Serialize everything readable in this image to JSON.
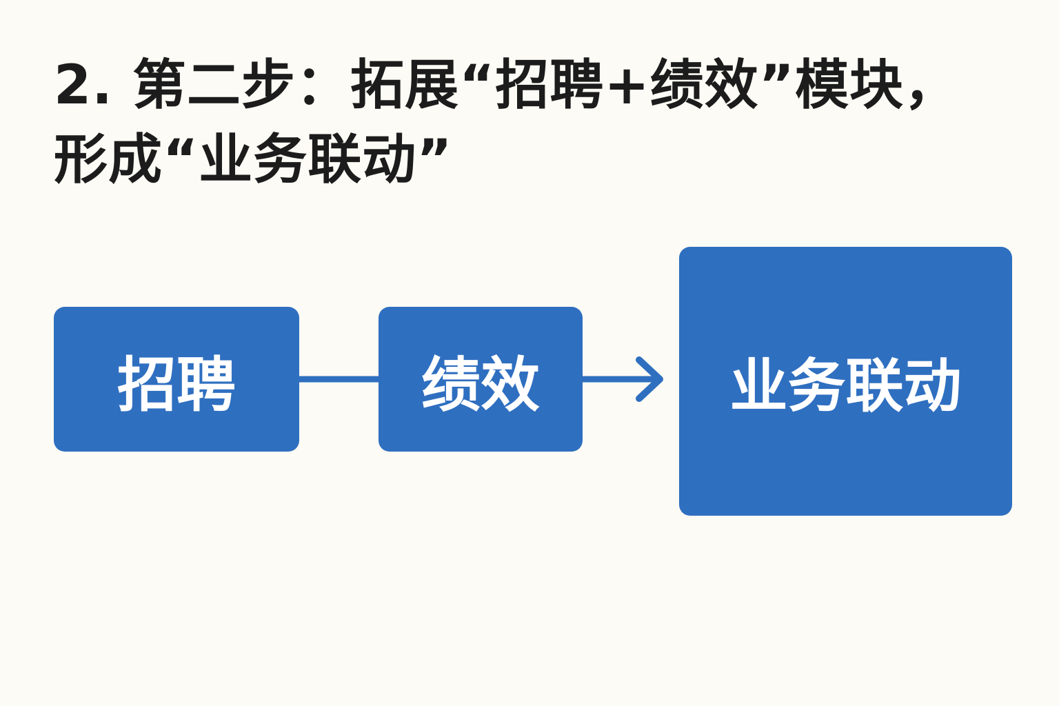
{
  "title": {
    "line1": "2. 第二步：拓展“招聘+绩效”模块，",
    "line2": "形成“业务联动”"
  },
  "diagram": {
    "nodes": [
      {
        "id": "recruitment",
        "label": "招聘"
      },
      {
        "id": "performance",
        "label": "绩效"
      },
      {
        "id": "business-linkage",
        "label": "业务联动"
      }
    ],
    "edges": [
      {
        "from": "recruitment",
        "to": "performance",
        "type": "line"
      },
      {
        "from": "performance",
        "to": "business-linkage",
        "type": "arrow"
      }
    ],
    "colors": {
      "box": "#2f6fc0",
      "background": "#fdfbf5",
      "text": "#1c1c1c"
    }
  }
}
